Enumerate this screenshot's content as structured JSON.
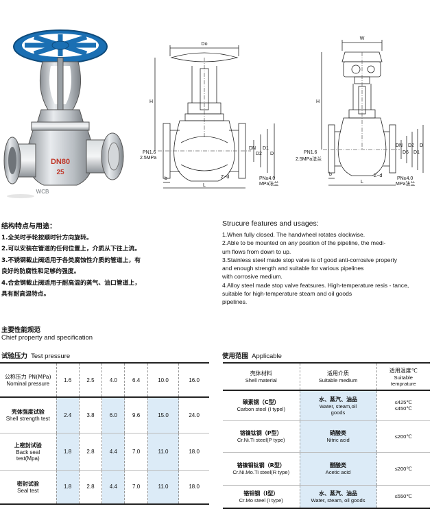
{
  "photo": {
    "marking_1": "DN80",
    "marking_2": "25",
    "marking_3": "WCB"
  },
  "drawing_left": {
    "do": "Do",
    "h": "H",
    "dn": "DN",
    "d2": "D2",
    "d1": "D1",
    "d": "D",
    "pn_1": "PN1.6",
    "pn_2": "2.5MPa",
    "pn_3": "PN≥4.0",
    "pn_4": "MPa法兰",
    "b": "b",
    "zd": "Z−d",
    "l": "L"
  },
  "drawing_right": {
    "w": "W",
    "h": "H",
    "dn": "DN",
    "d6": "D6",
    "d2": "D2",
    "d1": "D1",
    "d": "D",
    "pn_1": "PN1.6",
    "pn_2": "2.5MPa法兰",
    "pn_3": "PN≥4.0",
    "pn_4": "MPa法兰",
    "b": "b",
    "zd": "Z−d",
    "l": "L"
  },
  "features_zh": {
    "title": "结构特点与用途：",
    "lines": [
      "1.全关时手轮按顺时针方向旋转。",
      "2.可以安装在管道的任何位置上，介质从下往上流。",
      "3.不锈钢截止阀适用于各类腐蚀性介质的管道上，有",
      "   良好的防腐性和足够的强度。",
      "4.合金钢截止阀适用于耐高温的蒸气、油口管道上，",
      "   具有耐高温特点。"
    ]
  },
  "features_en": {
    "title": "Strucure features and usages:",
    "lines": [
      "1.When fully closed. The handwheel rotates clockwise.",
      "2.Able to be mounted on any position of the pipeline, the medi-",
      "   um flows from down to up.",
      "3.Stainless steel made stop valve is of good anti-corrosive property",
      "   and enough strength and suitable for various pipelines",
      "   with corrosive medium.",
      "4.Alloy steel made stop valve featsures. High-temperature resis - tance,",
      "   suitable for high-temperature steam and oil goods",
      "   pipelines."
    ]
  },
  "spec": {
    "title_zh": "主要性能规范",
    "title_en": "Chief property and specification"
  },
  "test_pressure": {
    "title_zh": "试验压力",
    "title_en": "Test pressure",
    "header": {
      "label_zh": "公称压力 PN(MPa)",
      "label_en": "Nominal pressure",
      "values": [
        "1.6",
        "2.5",
        "4.0",
        "6.4",
        "10.0",
        "16.0"
      ]
    },
    "rows": [
      {
        "label_zh": "壳体强度试验",
        "label_en": "Shell strength test",
        "values": [
          "2.4",
          "3.8",
          "6.0",
          "9.6",
          "15.0",
          "24.0"
        ]
      },
      {
        "label_zh": "上密封试验",
        "label_en": "Back seal test(Mpa)",
        "values": [
          "1.8",
          "2.8",
          "4.4",
          "7.0",
          "11.0",
          "18.0"
        ]
      },
      {
        "label_zh": "密封试验",
        "label_en": "Seal test",
        "values": [
          "1.8",
          "2.8",
          "4.4",
          "7.0",
          "11.0",
          "18.0"
        ]
      }
    ]
  },
  "applicable": {
    "title_zh": "使用范围",
    "title_en": "Applicable",
    "header": {
      "material_zh": "壳体材料",
      "material_en": "Shell material",
      "medium_zh": "适用介质",
      "medium_en": "Suitable medium",
      "temp_zh": "适用温度℃",
      "temp_en_1": "Suitable",
      "temp_en_2": "temprature"
    },
    "rows": [
      {
        "material_zh": "碳素钢（C型）",
        "material_en": "Carbon steel (I typel)",
        "medium_zh": "水、蒸汽、油品",
        "medium_en": "Water, steam,oil",
        "medium_en_2": "goods",
        "temp_1": "≤425℃",
        "temp_2": "≤450℃"
      },
      {
        "material_zh": "铬镍钛钢（P型）",
        "material_en": "Cr.Ni.Ti steel(P type)",
        "medium_zh": "硝酸类",
        "medium_en": "Nitric acid",
        "medium_en_2": "",
        "temp_1": "≤200℃",
        "temp_2": ""
      },
      {
        "material_zh": "铬镍钼钛钢（R型）",
        "material_en": "Cr.Ni.Mo.Ti steel(R type)",
        "medium_zh": "醋酸类",
        "medium_en": "Acetic acid",
        "medium_en_2": "",
        "temp_1": "≤200℃",
        "temp_2": ""
      },
      {
        "material_zh": "铬钼钢（I型）",
        "material_en": "Cr.Mo steel (I type)",
        "medium_zh": "水、蒸汽、油品",
        "medium_en": "Water, steam, oil goods",
        "medium_en_2": "",
        "temp_1": "≤550℃",
        "temp_2": ""
      }
    ]
  }
}
